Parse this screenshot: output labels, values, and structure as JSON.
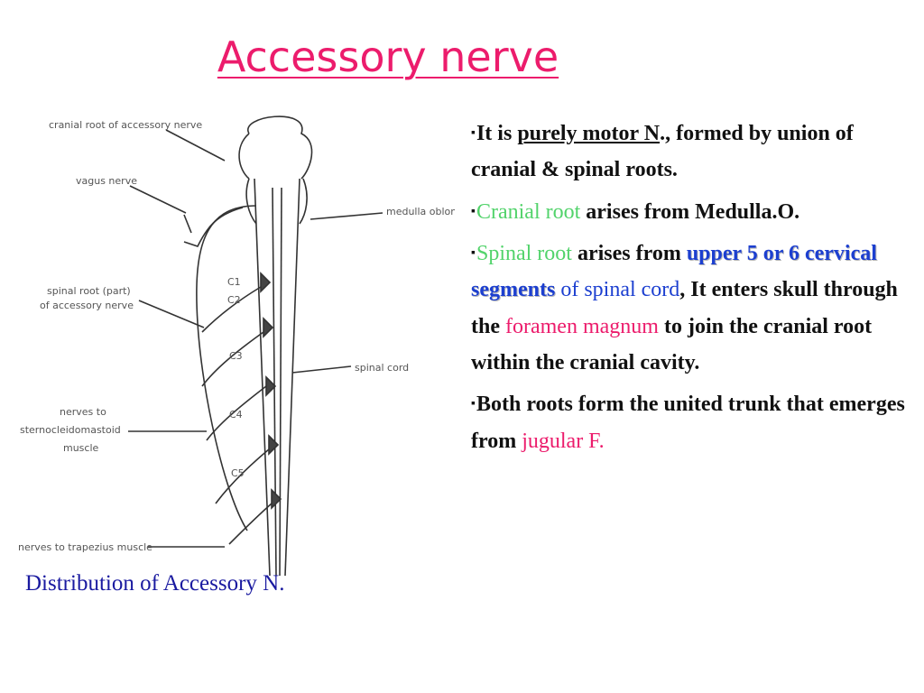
{
  "title": "Accessory nerve",
  "figure": {
    "caption": "Distribution of  Accessory N.",
    "labels": {
      "cranial_root": "cranial root of accessory nerve",
      "vagus": "vagus nerve",
      "medulla": "medulla oblongata",
      "spinal_root_1": "spinal root (part)",
      "spinal_root_2": "of accessory nerve",
      "spinal_cord": "spinal cord",
      "scm_1": "nerves  to",
      "scm_2": "sternocleidomastoid",
      "scm_3": "muscle",
      "trapezius": "nerves to trapezius muscle",
      "c1": "C1",
      "c2": "C2",
      "c3": "C3",
      "c4": "C4",
      "c5": "C5"
    }
  },
  "bullet_mark": "▪",
  "bullets": {
    "b1": {
      "a": "It is ",
      "b": "purely  motor N",
      "c": "., formed by union of  cranial &  spinal roots."
    },
    "b2": {
      "a": "Cranial root",
      "b": " arises  from Medulla.O."
    },
    "b3": {
      "a": "Spinal root",
      "b": " arises from ",
      "c": "upper 5 or 6 cervical segments",
      "d": " of  spinal cord",
      "e": ",",
      "f": " It enters skull through the ",
      "g": "foramen magnum",
      "h": " to join the cranial root within the cranial cavity."
    },
    "b4": {
      "a": "Both roots form the united trunk that emerges from ",
      "b": "jugular F."
    }
  },
  "colors": {
    "title": "#ec1c6c",
    "green": "#52d36b",
    "pink": "#ec1c6c",
    "blue": "#1c3fd0"
  }
}
